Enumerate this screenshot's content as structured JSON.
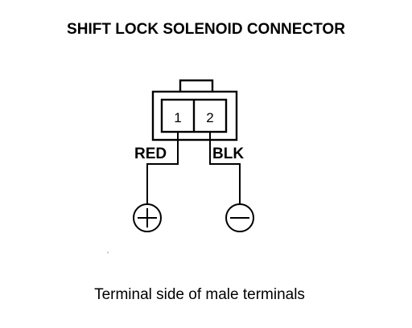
{
  "title": "SHIFT LOCK SOLENOID CONNECTOR",
  "connector": {
    "pins": [
      {
        "number": "1",
        "wire_color": "RED",
        "polarity": "+"
      },
      {
        "number": "2",
        "wire_color": "BLK",
        "polarity": "−"
      }
    ]
  },
  "caption": "Terminal side of male terminals"
}
